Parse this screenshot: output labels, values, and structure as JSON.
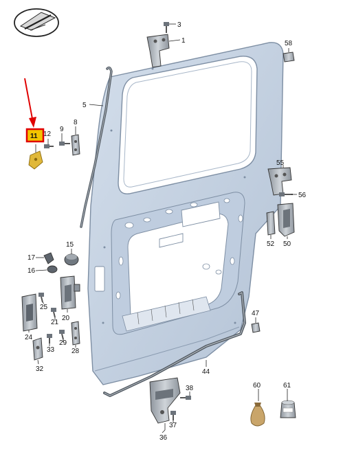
{
  "callouts": {
    "c1": "1",
    "c3": "3",
    "c5": "5",
    "c8": "8",
    "c9": "9",
    "c11": "11",
    "c12": "12",
    "c15": "15",
    "c16": "16",
    "c17": "17",
    "c20": "20",
    "c21": "21",
    "c24": "24",
    "c25": "25",
    "c28": "28",
    "c29": "29",
    "c32": "32",
    "c33": "33",
    "c36": "36",
    "c37": "37",
    "c38": "38",
    "c44": "44",
    "c47": "47",
    "c50": "50",
    "c52": "52",
    "c55": "55",
    "c56": "56",
    "c58": "58",
    "c60": "60",
    "c61": "61"
  },
  "highlight": {
    "part": "11",
    "color": "#e00000",
    "fill": "#f3c400"
  },
  "colors": {
    "door": "#c5d2e2",
    "door_edge": "#8393a8",
    "part_gray": "#a9b0b8",
    "part_dark": "#6c737b",
    "gold": "#e0b83a"
  },
  "logo": {
    "icon": "vw-parts-catalog-logo"
  }
}
